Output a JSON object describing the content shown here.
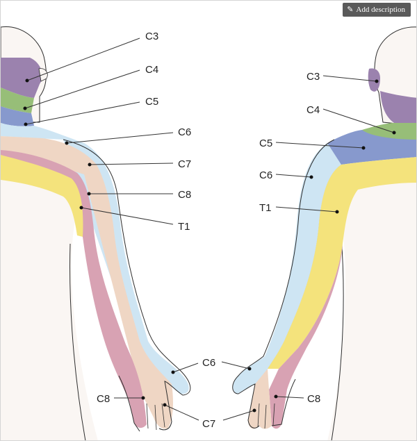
{
  "toolbar": {
    "add_description_label": "Add description",
    "icon": "pencil-icon"
  },
  "colors": {
    "C3": "#9b82ae",
    "C4": "#97be78",
    "C5": "#8799cd",
    "C6": "#cee5f3",
    "C7": "#efd6c4",
    "C8": "#d8a2b3",
    "T1": "#f4e37c",
    "skin": "#faf6f3",
    "outline": "#2d2d2d"
  },
  "left_figure": {
    "labels": {
      "C3": "C3",
      "C4": "C4",
      "C5": "C5",
      "C6": "C6",
      "C7": "C7",
      "C8": "C8",
      "T1": "T1",
      "hand_C6": "C6",
      "hand_C8": "C8"
    }
  },
  "right_figure": {
    "labels": {
      "C3": "C3",
      "C4": "C4",
      "C5": "C5",
      "C6": "C6",
      "T1": "T1",
      "hand_C6": "C6",
      "hand_C8": "C8"
    }
  },
  "shared": {
    "hand_C7": "C7"
  }
}
